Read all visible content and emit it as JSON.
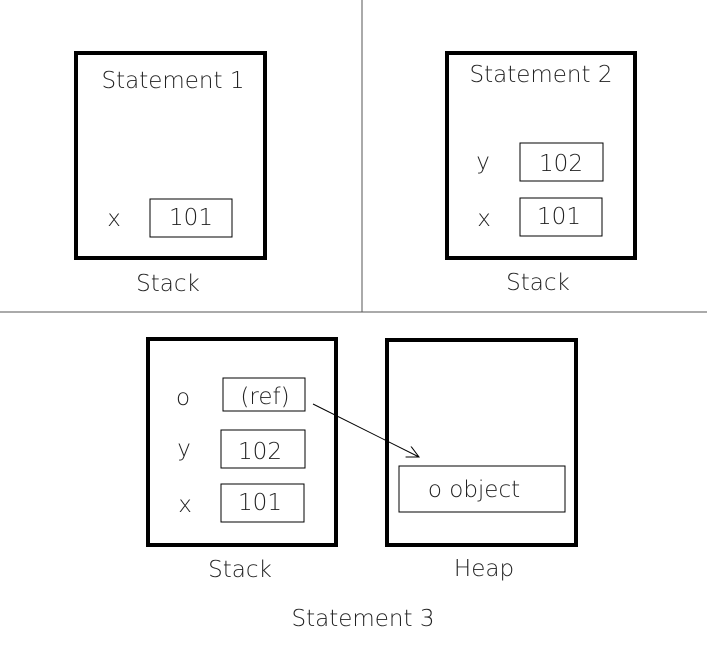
{
  "panel1": {
    "title": "Statement 1",
    "caption": "Stack",
    "vars": [
      {
        "name": "x",
        "value": "101"
      }
    ]
  },
  "panel2": {
    "title": "Statement 2",
    "caption": "Stack",
    "vars": [
      {
        "name": "y",
        "value": "102"
      },
      {
        "name": "x",
        "value": "101"
      }
    ]
  },
  "panel3": {
    "stack_caption": "Stack",
    "heap_caption": "Heap",
    "vars": [
      {
        "name": "o",
        "value": "(ref)"
      },
      {
        "name": "y",
        "value": "102"
      },
      {
        "name": "x",
        "value": "101"
      }
    ],
    "heap_object": "o object",
    "caption": "Statement 3"
  },
  "colors": {
    "line": "#000000",
    "text": "#222222",
    "divider": "#555555"
  }
}
